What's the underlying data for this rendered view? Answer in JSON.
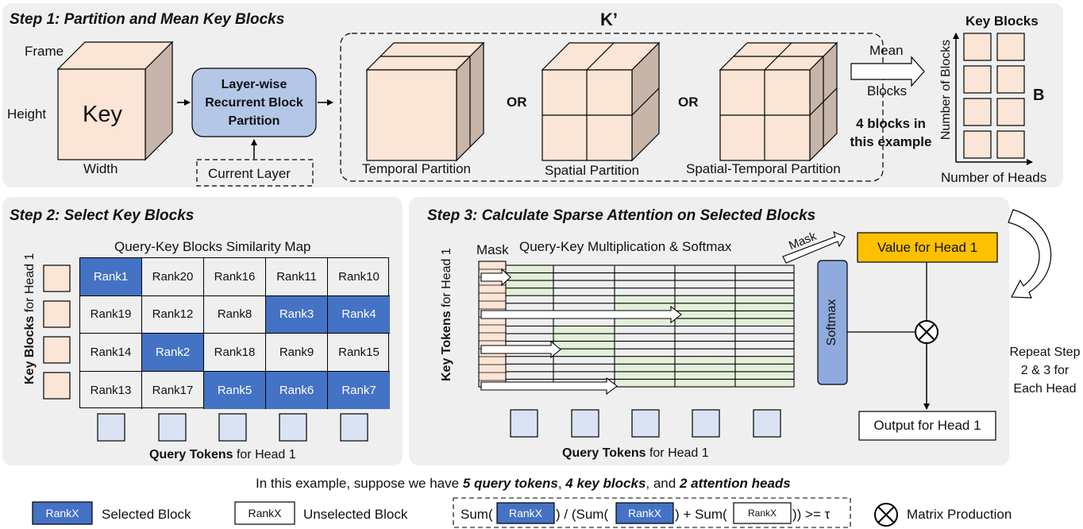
{
  "step1": {
    "title": "Step 1: Partition and Mean Key Blocks",
    "frame_label": "Frame",
    "height_label": "Height",
    "width_label": "Width",
    "key_label": "Key",
    "partition_box": "Layer-wise Recurrent Block Partition",
    "current_layer": "Current Layer",
    "kprime": "K’",
    "or": "OR",
    "temporal": "Temporal Partition",
    "spatial": "Spatial Partition",
    "spatial_temporal": "Spatial-Temporal Partition",
    "mean": "Mean",
    "blocks": "Blocks",
    "four_blocks": "4 blocks in this example",
    "key_blocks_title": "Key Blocks",
    "number_of_blocks": "Number of Blocks",
    "number_of_heads": "Number of Heads",
    "b_label": "B"
  },
  "step2": {
    "title": "Step 2: Select Key Blocks",
    "map_title": "Query-Key Blocks Similarity Map",
    "key_blocks_axis_bold": "Key Blocks",
    "key_blocks_axis_rest": " for Head 1",
    "query_axis_bold": "Query Tokens",
    "query_axis_rest": " for Head 1",
    "grid": [
      [
        "Rank1",
        "Rank20",
        "Rank16",
        "Rank11",
        "Rank10"
      ],
      [
        "Rank19",
        "Rank12",
        "Rank8",
        "Rank3",
        "Rank4"
      ],
      [
        "Rank14",
        "Rank2",
        "Rank18",
        "Rank9",
        "Rank15"
      ],
      [
        "Rank13",
        "Rank17",
        "Rank5",
        "Rank6",
        "Rank7"
      ]
    ],
    "selected": [
      [
        true,
        false,
        false,
        false,
        false
      ],
      [
        false,
        false,
        false,
        true,
        true
      ],
      [
        false,
        true,
        false,
        false,
        false
      ],
      [
        false,
        false,
        true,
        true,
        true
      ]
    ]
  },
  "step3": {
    "title": "Step 3: Calculate Sparse Attention on Selected Blocks",
    "mask_label": "Mask",
    "qk_title": "Query-Key Multiplication & Softmax",
    "mask_arrow": "Mask",
    "key_tokens_axis_bold": "Key Tokens",
    "key_tokens_axis_rest": " for Head 1",
    "query_axis_bold": "Query Tokens",
    "query_axis_rest": " for Head 1",
    "softmax": "Softmax",
    "value": "Value for Head 1",
    "output": "Output for Head 1",
    "repeat": "Repeat Step 2 & 3 for Each Head"
  },
  "legend": {
    "example_prefix": "In this example, suppose we have ",
    "example_q": "5 query tokens",
    "example_sep1": ", ",
    "example_k": "4 key blocks",
    "example_sep2": ", and ",
    "example_h": "2 attention heads",
    "rankx": "RankX",
    "selected": "Selected Block",
    "unselected": "Unselected Block",
    "formula_sum1": "Sum(",
    "formula_mid": ") / (Sum(",
    "formula_plus": ") + Sum(",
    "formula_end": ")) >= τ",
    "matrix_production": "Matrix Production"
  },
  "colors": {
    "peach": "#fbe5d6",
    "blue_block": "#4472c4",
    "light_blue": "#dae3f3",
    "partition_blue": "#b4c7e7",
    "softmax_blue": "#8faadc",
    "value_yellow": "#ffc000",
    "green_fill": "#e2f0d9",
    "panel_gray": "#efefef"
  }
}
